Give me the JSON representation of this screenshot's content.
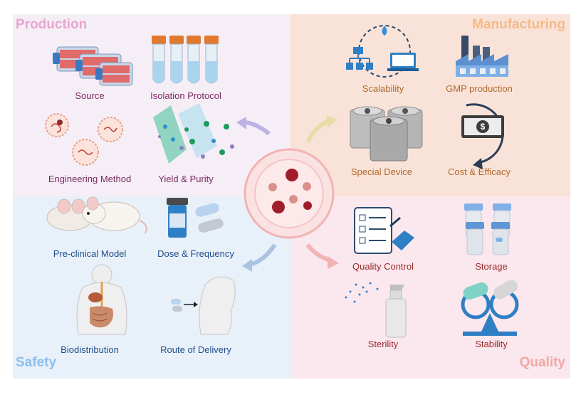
{
  "quadrants": {
    "production": {
      "title": "Production",
      "color": "#e7a6cf",
      "items": [
        "Source",
        "Isolation Protocol",
        "Engineering Method",
        "Yield & Purity"
      ]
    },
    "manufacturing": {
      "title": "Manufacturing",
      "color": "#f5b98a",
      "items": [
        "Scalability",
        "GMP production",
        "Special Device",
        "Cost & Efficacy"
      ]
    },
    "safety": {
      "title": "Safety",
      "color": "#8cc0ea",
      "items": [
        "Pre-clinical Model",
        "Dose & Frequency",
        "Biodistribution",
        "Route of Delivery"
      ]
    },
    "quality": {
      "title": "Quality",
      "color": "#f2a6a6",
      "items": [
        "Quality Control",
        "Storage",
        "Sterility",
        "Stability"
      ]
    }
  },
  "icons": {
    "source": "flask-stack-icon",
    "isolation": "centrifuge-tubes-icon",
    "engineering": "virus-icon",
    "yield": "filter-particles-icon",
    "scalability": "network-scale-icon",
    "gmp": "factory-icon",
    "device": "bioreactor-device-icon",
    "cost": "money-cycle-icon",
    "preclinical": "mice-icon",
    "dose": "pill-bottle-icon",
    "biodistribution": "human-organs-icon",
    "route": "inhalation-head-icon",
    "qc": "checklist-icon",
    "storage": "storage-vials-icon",
    "sterility": "spray-bottle-icon",
    "stability": "balance-scale-icon",
    "center": "vesicle-dish-icon"
  }
}
